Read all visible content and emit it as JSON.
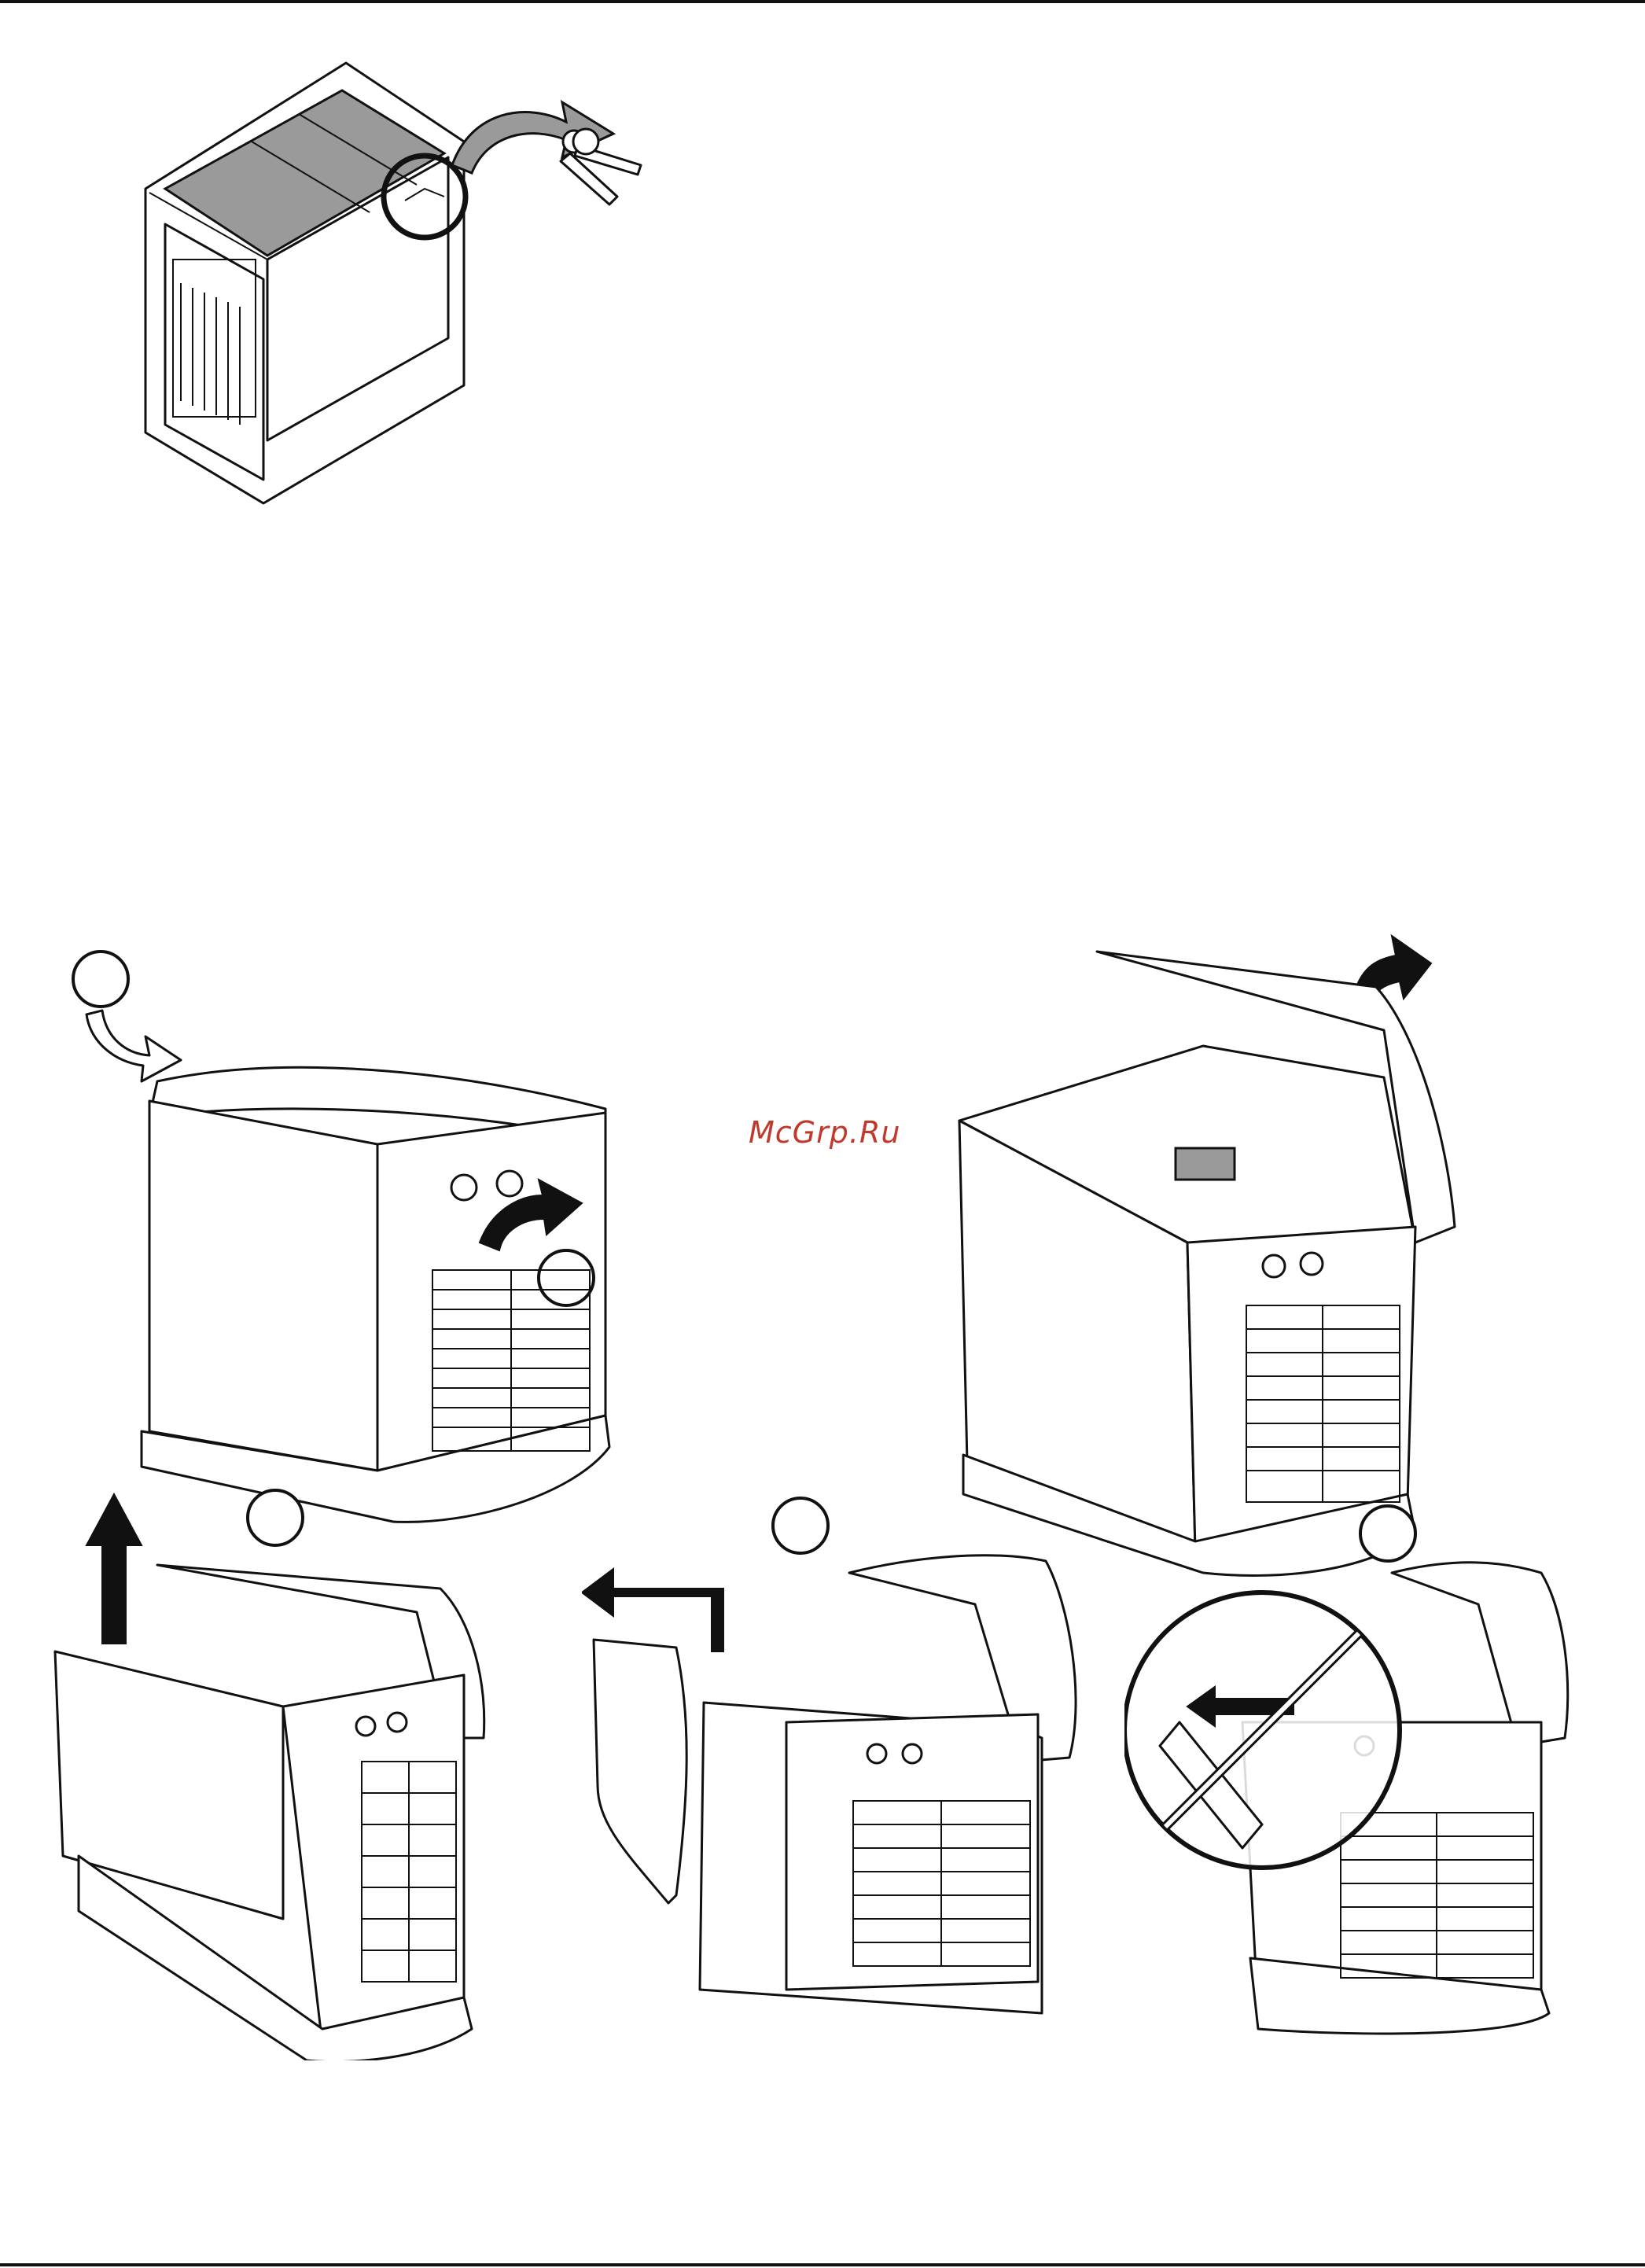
{
  "page": {
    "watermark": "McGrp.Ru"
  },
  "figures": [
    {
      "id": "crate-with-keys",
      "icon": "key-icon"
    },
    {
      "id": "step-unlock-and-lift-lid"
    },
    {
      "id": "step-lid-open"
    },
    {
      "id": "step-lift-front-panel"
    },
    {
      "id": "step-remove-side-panel"
    },
    {
      "id": "step-do-not-slide-panel"
    }
  ],
  "colors": {
    "line": "#111111",
    "shade": "#9a9a9a",
    "watermark": "#c0392b"
  }
}
